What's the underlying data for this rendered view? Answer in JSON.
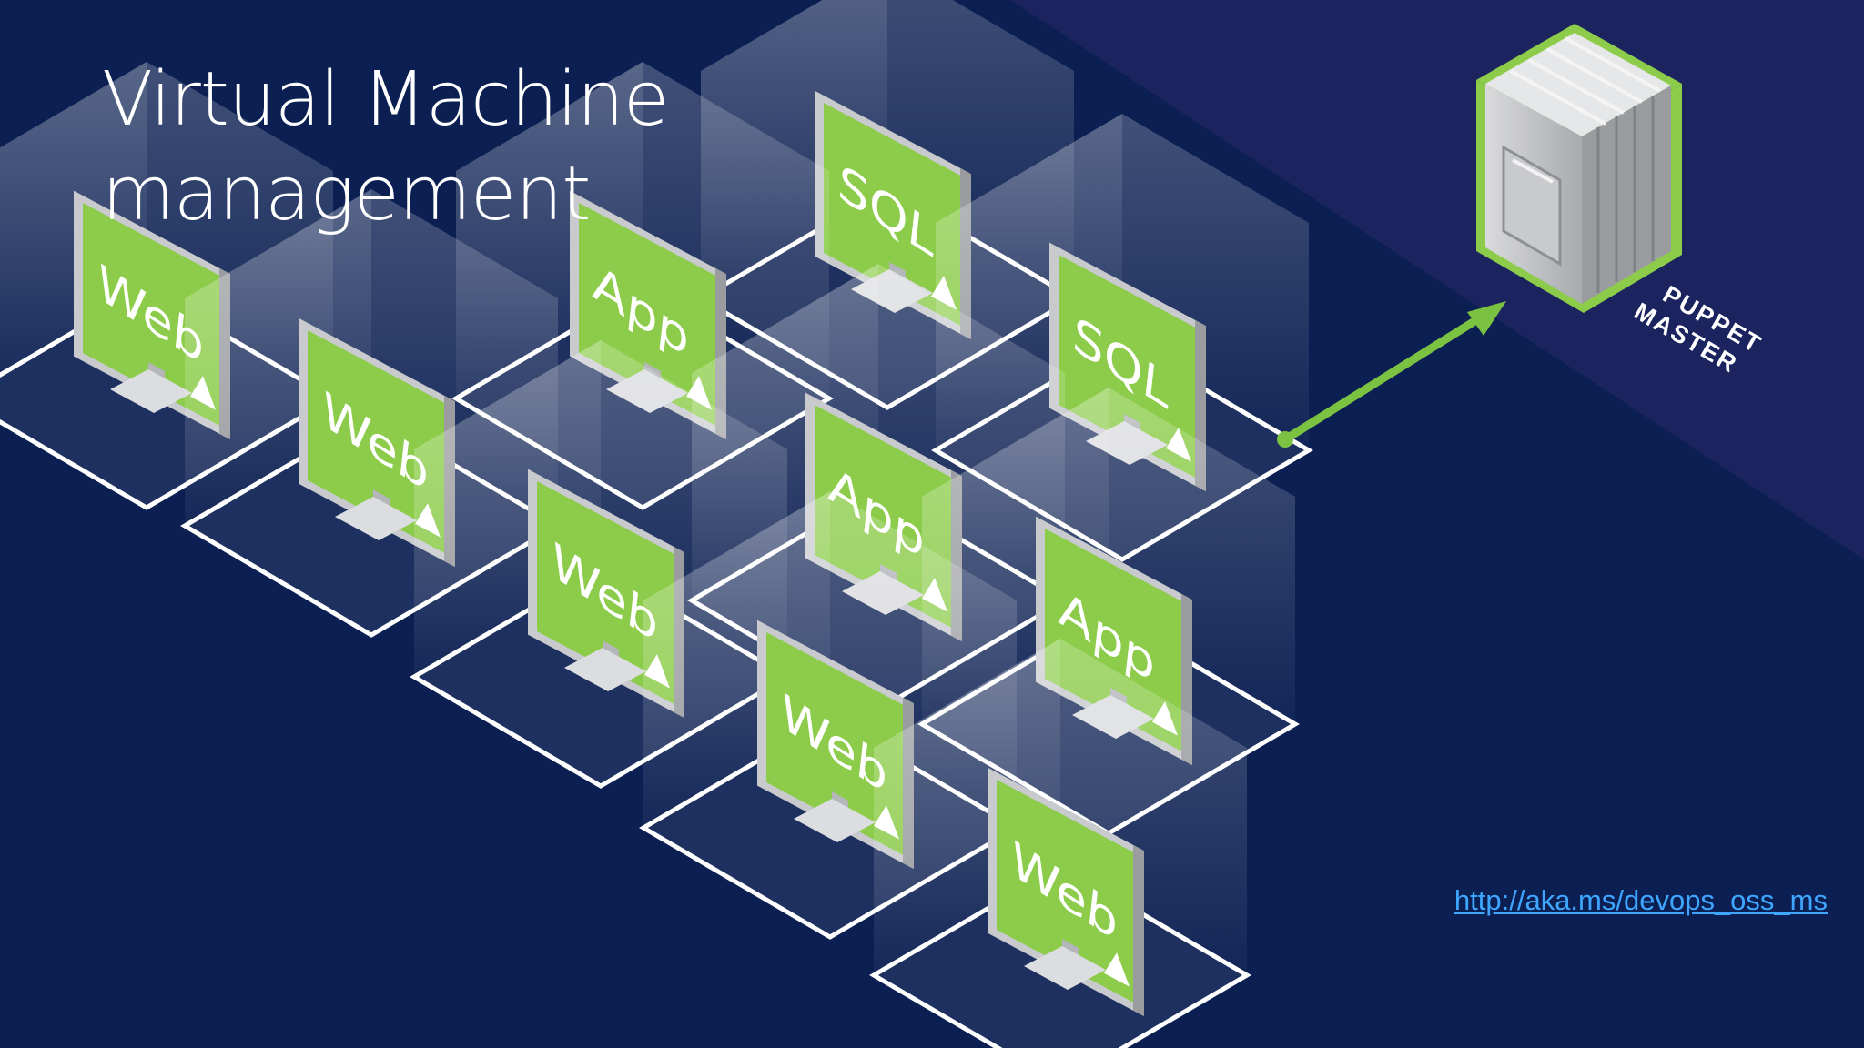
{
  "slide": {
    "title_line1": "Virtual Machine",
    "title_line2": "management",
    "link": "http://aka.ms/devops_oss_ms"
  },
  "puppet_master": {
    "label_line1": "PUPPET",
    "label_line2": "MASTER",
    "icon": "server-tower-icon"
  },
  "vms": [
    {
      "label": "Web",
      "icon": "monitor-icon"
    },
    {
      "label": "Web",
      "icon": "monitor-icon"
    },
    {
      "label": "Web",
      "icon": "monitor-icon"
    },
    {
      "label": "Web",
      "icon": "monitor-icon"
    },
    {
      "label": "Web",
      "icon": "monitor-icon"
    },
    {
      "label": "App",
      "icon": "monitor-icon"
    },
    {
      "label": "App",
      "icon": "monitor-icon"
    },
    {
      "label": "App",
      "icon": "monitor-icon"
    },
    {
      "label": "SQL",
      "icon": "monitor-icon"
    },
    {
      "label": "SQL",
      "icon": "monitor-icon"
    }
  ],
  "colors": {
    "background": "#0b1f52",
    "band": "#1c2460",
    "screen_green": "#8ccc4a",
    "arrow_green": "#7cc242",
    "link_blue": "#3ea6ff"
  }
}
